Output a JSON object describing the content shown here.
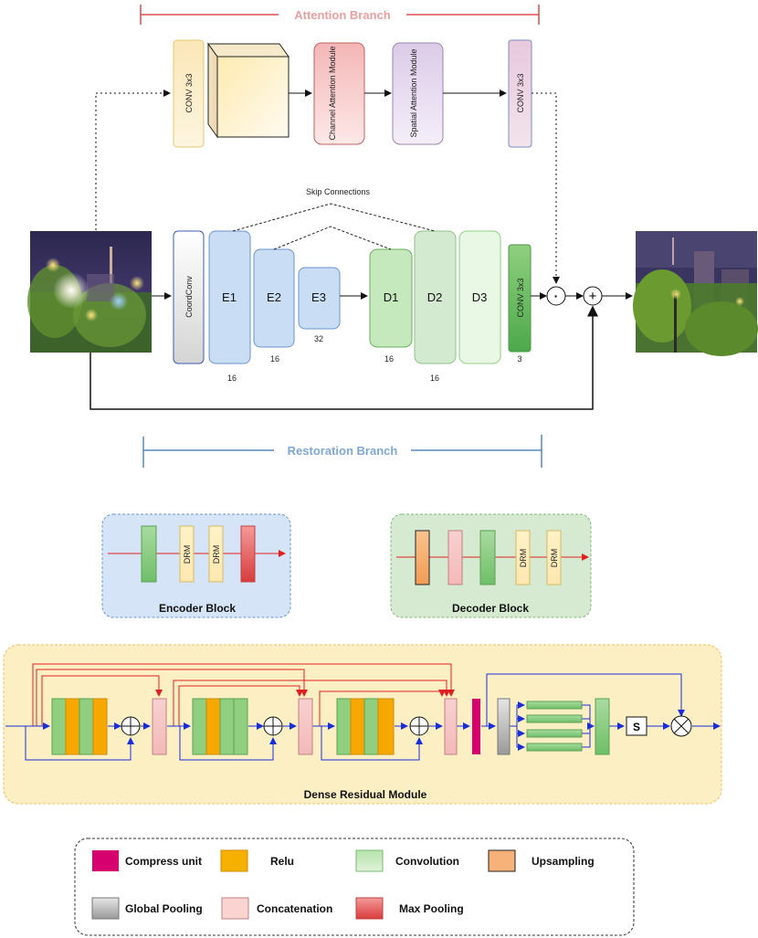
{
  "attention": {
    "title": "Attention Branch",
    "conv_in": "CONV 3x3",
    "channel_attention": "Channel Attention Module",
    "spatial_attention": "Spatial Attention Module",
    "conv_out": "CONV 3x3"
  },
  "restoration": {
    "title": "Restoration Branch",
    "skip_label": "Skip Connections",
    "coordconv": "CoordConv",
    "e1": "E1",
    "e2": "E2",
    "e3": "E3",
    "d1": "D1",
    "d2": "D2",
    "d3": "D3",
    "conv_out": "CONV 3x3",
    "ch_e1": "16",
    "ch_e2": "16",
    "ch_e3": "32",
    "ch_d1": "16",
    "ch_d2": "16",
    "ch_conv": "3",
    "dot_op": "·",
    "plus_op": "+"
  },
  "encoder_block": {
    "title": "Encoder Block",
    "drm1": "DRM",
    "drm2": "DRM"
  },
  "decoder_block": {
    "title": "Decoder Block",
    "drm1": "DRM",
    "drm2": "DRM"
  },
  "dense_module": {
    "title": "Dense Residual Module",
    "s_label": "S"
  },
  "legend": {
    "compress": "Compress unit",
    "relu": "Relu",
    "convolution": "Convolution",
    "upsampling": "Upsampling",
    "global_pooling": "Global Pooling",
    "concatenation": "Concatenation",
    "max_pooling": "Max Pooling"
  },
  "colors": {
    "compress": "#d6006e",
    "relu": "#f6a800",
    "convolution": "#8fcf7f",
    "upsampling": "#f7b27a",
    "global_pooling": "#bdbdbd",
    "concatenation": "#f8cccc",
    "max_pooling": "#e87070"
  }
}
